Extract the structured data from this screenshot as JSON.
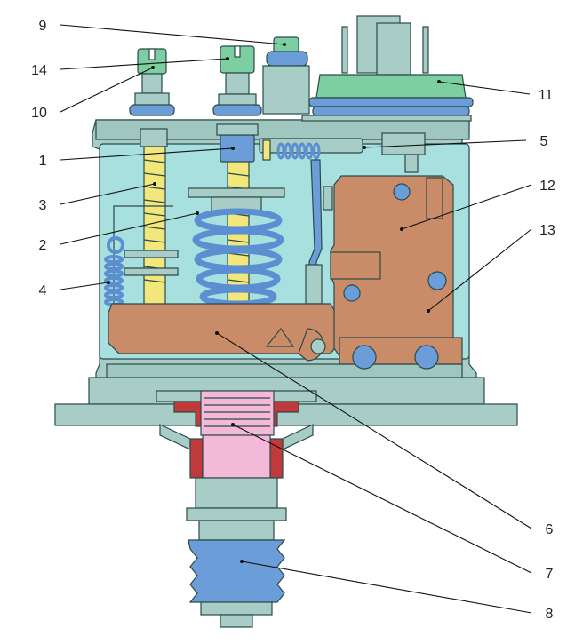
{
  "colors": {
    "housing": "#a8cdc6",
    "interior": "#a8e0df",
    "screw": "#f2e77a",
    "spring": "#5b8fd1",
    "lever": "#c98b68",
    "cap": "#7dcea0",
    "bellows": "#f4b8d8",
    "seal": "#c0393b",
    "pressure_port": "#6b9ed8",
    "outline": "#2a4a4a"
  },
  "callouts": [
    {
      "id": "c1",
      "text": "1"
    },
    {
      "id": "c2",
      "text": "2"
    },
    {
      "id": "c3",
      "text": "3"
    },
    {
      "id": "c4",
      "text": "4"
    },
    {
      "id": "c5",
      "text": "5"
    },
    {
      "id": "c6",
      "text": "6"
    },
    {
      "id": "c7",
      "text": "7"
    },
    {
      "id": "c8",
      "text": "8"
    },
    {
      "id": "c9",
      "text": "9"
    },
    {
      "id": "c10",
      "text": "10"
    },
    {
      "id": "c11",
      "text": "11"
    },
    {
      "id": "c12",
      "text": "12"
    },
    {
      "id": "c13",
      "text": "13"
    },
    {
      "id": "c14",
      "text": "14"
    }
  ]
}
